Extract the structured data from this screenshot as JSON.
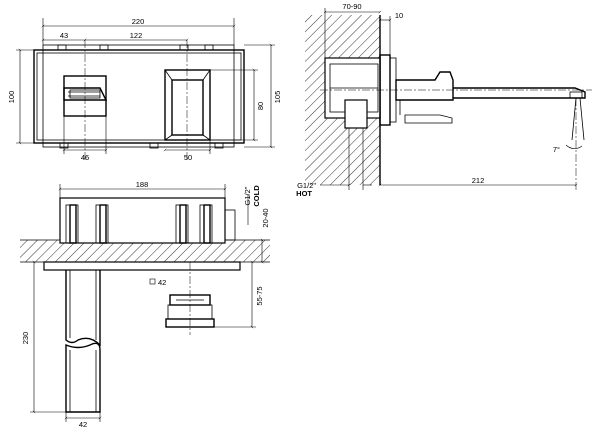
{
  "front_view": {
    "overall_width": "220",
    "left_offset": "43",
    "center_distance": "122",
    "height_total": "100",
    "plate_height": "105",
    "spout_height": "80",
    "lever_width": "46",
    "spout_width": "50"
  },
  "side_view": {
    "wall_range": "70-90",
    "plate_thickness": "10",
    "inlet_hot": "G1/2\"",
    "hot_label": "HOT",
    "projection": "212",
    "angle": "7°"
  },
  "top_view": {
    "body_width": "188",
    "inlet_cold": "G1/2\"",
    "cold_label": "COLD",
    "depth_range": "20-40",
    "square_size": "42",
    "height_range": "55-75",
    "spout_length": "230",
    "spout_width": "42"
  },
  "symbols": {
    "square_icon": "square-symbol-icon"
  }
}
